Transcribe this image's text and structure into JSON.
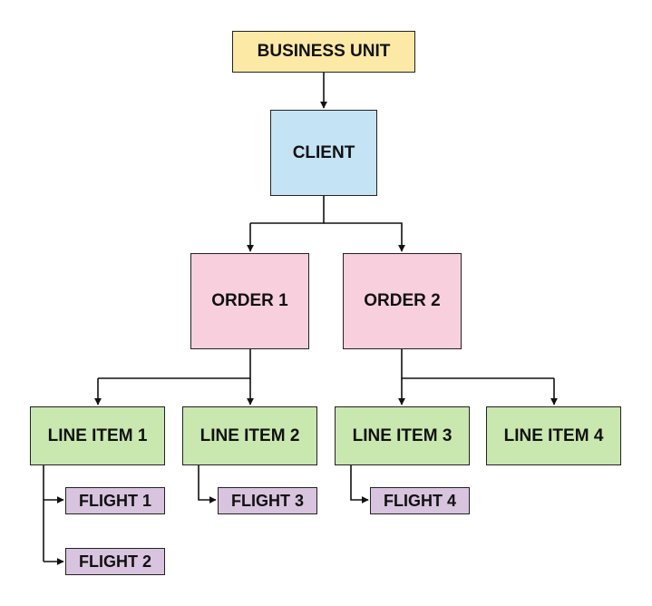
{
  "diagram": {
    "nodes": {
      "business_unit": {
        "label": "BUSINESS UNIT",
        "color": "#fde9a6"
      },
      "client": {
        "label": "CLIENT",
        "color": "#c4e4f5"
      },
      "order_1": {
        "label": "ORDER 1",
        "color": "#f8d0dd"
      },
      "order_2": {
        "label": "ORDER 2",
        "color": "#f8d0dd"
      },
      "line_item_1": {
        "label": "LINE ITEM 1",
        "color": "#c9e8b0"
      },
      "line_item_2": {
        "label": "LINE ITEM 2",
        "color": "#c9e8b0"
      },
      "line_item_3": {
        "label": "LINE ITEM 3",
        "color": "#c9e8b0"
      },
      "line_item_4": {
        "label": "LINE ITEM 4",
        "color": "#c9e8b0"
      },
      "flight_1": {
        "label": "FLIGHT 1",
        "color": "#d8c4de"
      },
      "flight_2": {
        "label": "FLIGHT 2",
        "color": "#d8c4de"
      },
      "flight_3": {
        "label": "FLIGHT 3",
        "color": "#d8c4de"
      },
      "flight_4": {
        "label": "FLIGHT 4",
        "color": "#d8c4de"
      }
    },
    "edges": [
      {
        "from": "business_unit",
        "to": "client"
      },
      {
        "from": "client",
        "to": "order_1"
      },
      {
        "from": "client",
        "to": "order_2"
      },
      {
        "from": "order_1",
        "to": "line_item_1"
      },
      {
        "from": "order_1",
        "to": "line_item_2"
      },
      {
        "from": "order_2",
        "to": "line_item_3"
      },
      {
        "from": "order_2",
        "to": "line_item_4"
      },
      {
        "from": "line_item_1",
        "to": "flight_1"
      },
      {
        "from": "line_item_1",
        "to": "flight_2"
      },
      {
        "from": "line_item_2",
        "to": "flight_3"
      },
      {
        "from": "line_item_3",
        "to": "flight_4"
      }
    ]
  }
}
